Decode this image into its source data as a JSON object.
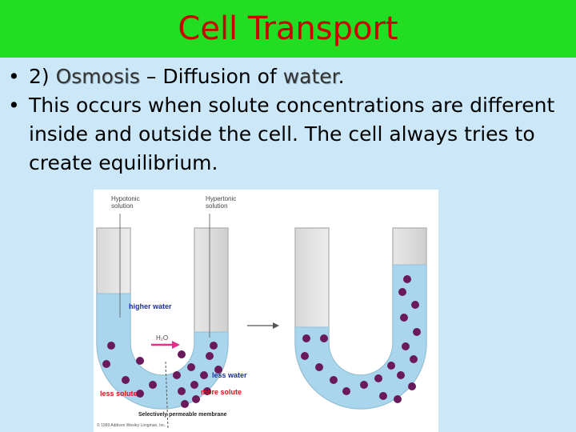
{
  "slide": {
    "title": "Cell Transport",
    "bullets": [
      {
        "prefix": "2) ",
        "term": "Osmosis",
        "middle": " – Diffusion of ",
        "term2": "water",
        "suffix": "."
      },
      {
        "text": "This occurs when solute concentrations are different inside and outside the cell.  The cell always tries to create equilibrium."
      }
    ]
  },
  "figure": {
    "left_tube": {
      "label_hypotonic": [
        "Hypotonic",
        "solution"
      ],
      "label_hypertonic": [
        "Hypertonic",
        "solution"
      ],
      "higher_water": "higher water",
      "h2o": "H₂O",
      "less_water": "less water",
      "less_solute": "less solute",
      "more_solute": "more solute",
      "membrane": "Selectively permeable membrane"
    },
    "copyright": "© 1999 Addison Wesley Longman, Inc."
  },
  "colors": {
    "title_bar": "#22dd22",
    "title_text": "#cc0000",
    "background": "#cce8f8",
    "water": "#a9d6ec",
    "solute": "#6a1a5a",
    "arrow": "#e0308a"
  }
}
